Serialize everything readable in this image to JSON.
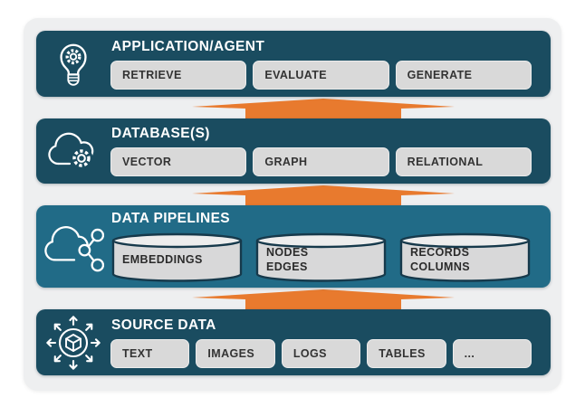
{
  "palette": {
    "dark_teal": "#1a4c60",
    "light_teal": "#216b87",
    "orange": "#e87a2e",
    "panel_background": "#eeeff0",
    "chip_background": "#d9d9d9",
    "chip_text": "#333333",
    "cylinder_body": "#d8d8d9",
    "cylinder_top": "#ededed",
    "cylinder_outline": "#16394b",
    "title_text": "#ffffff"
  },
  "stack": {
    "layers": [
      {
        "name": "application-agent",
        "title": "APPLICATION/AGENT",
        "icon": "lightbulb-gear-icon",
        "chips": [
          "RETRIEVE",
          "EVALUATE",
          "GENERATE"
        ]
      },
      {
        "name": "databases",
        "title": "DATABASE(S)",
        "icon": "cloud-gear-icon",
        "chips": [
          "VECTOR",
          "GRAPH",
          "RELATIONAL"
        ]
      },
      {
        "name": "data-pipelines",
        "title": "DATA PIPELINES",
        "icon": "cloud-share-icon",
        "cylinders": [
          {
            "lines": [
              "EMBEDDINGS"
            ]
          },
          {
            "lines": [
              "NODES",
              "EDGES"
            ]
          },
          {
            "lines": [
              "RECORDS",
              "COLUMNS"
            ]
          }
        ]
      },
      {
        "name": "source-data",
        "title": "SOURCE DATA",
        "icon": "cube-arrows-icon",
        "chips": [
          "TEXT",
          "IMAGES",
          "LOGS",
          "TABLES",
          "..."
        ]
      }
    ],
    "connectors": [
      {
        "between": [
          "APPLICATION/AGENT",
          "DATABASE(S)"
        ],
        "direction": "up"
      },
      {
        "between": [
          "DATABASE(S)",
          "DATA PIPELINES"
        ],
        "direction": "up"
      },
      {
        "between": [
          "DATA PIPELINES",
          "SOURCE DATA"
        ],
        "direction": "up"
      }
    ]
  }
}
